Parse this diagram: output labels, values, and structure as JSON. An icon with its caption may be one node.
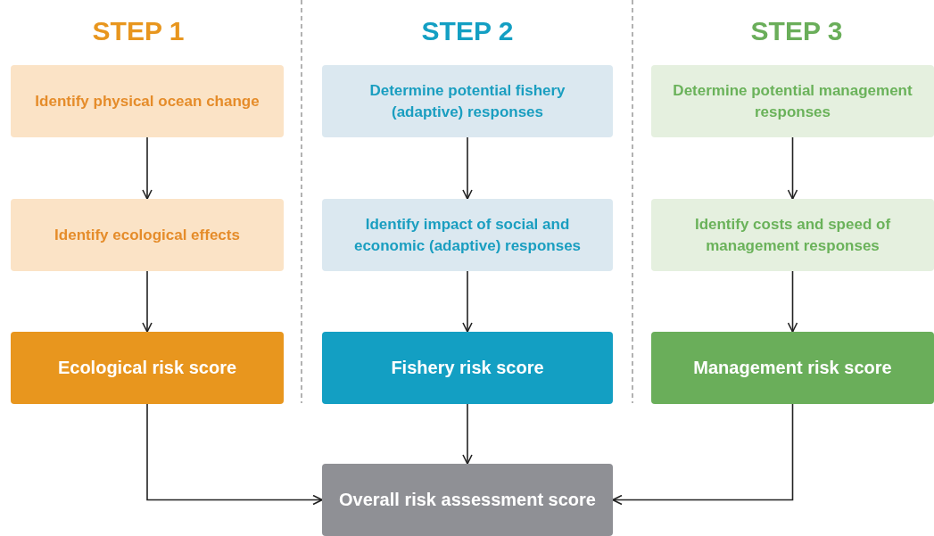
{
  "diagram": {
    "nodes": [
      {
        "text": [
          "Identify physical ocean change"
        ]
      },
      {
        "text": [
          "Identify ecological effects"
        ]
      },
      {
        "text": [
          "Ecological risk score"
        ]
      },
      {
        "text": [
          "Determine potential fishery (adaptive) responses"
        ]
      },
      {
        "text": [
          "Identify impact of social and economic (adaptive) responses"
        ]
      },
      {
        "text": [
          "Fishery risk score"
        ]
      },
      {
        "text": [
          "Determine potential management responses"
        ]
      },
      {
        "text": [
          "Identify costs and speed of management responses"
        ]
      },
      {
        "text": [
          "Management risk score"
        ]
      },
      {
        "text": [
          "Overall risk assessment score"
        ]
      }
    ],
    "edges": [
      {
        "from": 0,
        "to": 1,
        "arrow": "to"
      },
      {
        "from": 1,
        "to": 2,
        "arrow": "to"
      },
      {
        "from": 3,
        "to": 4,
        "arrow": "to"
      },
      {
        "from": 4,
        "to": 5,
        "arrow": "to"
      },
      {
        "from": 6,
        "to": 7,
        "arrow": "to"
      },
      {
        "from": 7,
        "to": 8,
        "arrow": "to"
      },
      {
        "from": 2,
        "to": 9,
        "arrow": "to"
      },
      {
        "from": 5,
        "to": 9,
        "arrow": "to"
      },
      {
        "from": 8,
        "to": 9,
        "arrow": "to"
      }
    ],
    "labels": [
      "STEP 1",
      "STEP 2",
      "STEP 3"
    ]
  }
}
